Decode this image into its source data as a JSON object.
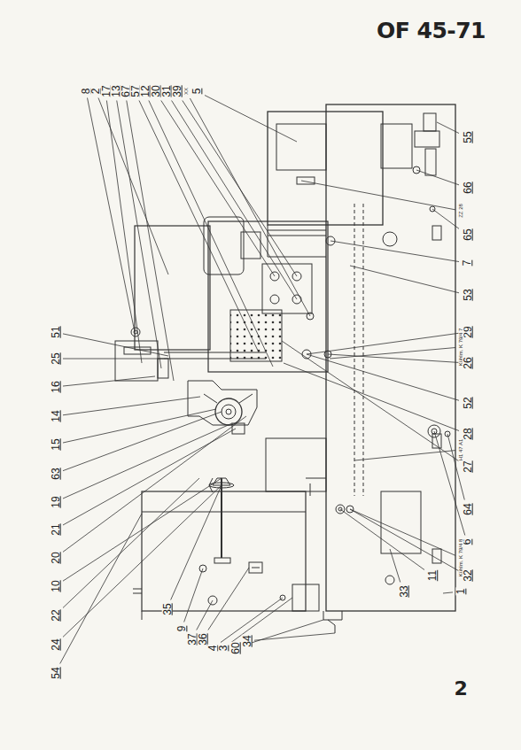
{
  "diagram": {
    "title": "OF 45-71",
    "labels": [
      "8",
      "2",
      "17",
      "13",
      "67",
      "57",
      "12",
      "30",
      "31",
      "39",
      "XX",
      "5",
      "51",
      "25",
      "16",
      "14",
      "15",
      "63",
      "19",
      "21",
      "20",
      "10",
      "22",
      "24",
      "54",
      "55",
      "66",
      "65",
      "ZZ 28",
      "7",
      "53",
      "29",
      "Kühlm. K 79/4 7",
      "26",
      "52",
      "28",
      "27",
      "H1 47 A1",
      "64",
      "6",
      "Kühlm. K 79/4 8",
      "32",
      "11",
      "33",
      "1",
      "35",
      "9",
      "37",
      "36",
      "4",
      "3",
      "60",
      "34",
      "2"
    ]
  }
}
